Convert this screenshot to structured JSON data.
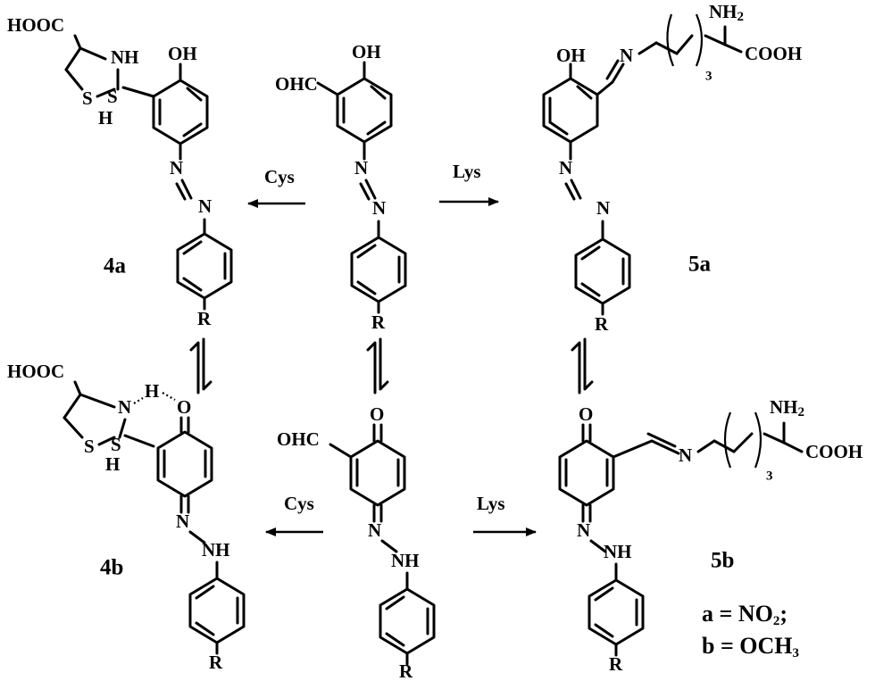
{
  "labels": {
    "reagent_cys": "Cys",
    "reagent_lys": "Lys",
    "compound_4a": "4a",
    "compound_4b": "4b",
    "compound_5a": "5a",
    "compound_5b": "5b",
    "substituent_r": "R",
    "hydroxyl": "OH",
    "aldehyde": "OHC",
    "oxo": "O",
    "azo_n": "N",
    "amine_nh": "NH",
    "imine_n": "N",
    "carboxyl_left": "HOOC",
    "carboxyl_right": "COOH",
    "amino": "NH",
    "amino_sub": "2",
    "thiazolidine_s": "S",
    "ring_h": "H",
    "hbond_h": "H",
    "chain_repeat": "3"
  },
  "legend": {
    "line_a_prefix": "a = NO",
    "line_a_sub": "2",
    "line_a_suffix": ";",
    "line_b_prefix": "b = OCH",
    "line_b_sub": "3"
  },
  "colors": {
    "ink": "#000000",
    "background": "#ffffff"
  }
}
